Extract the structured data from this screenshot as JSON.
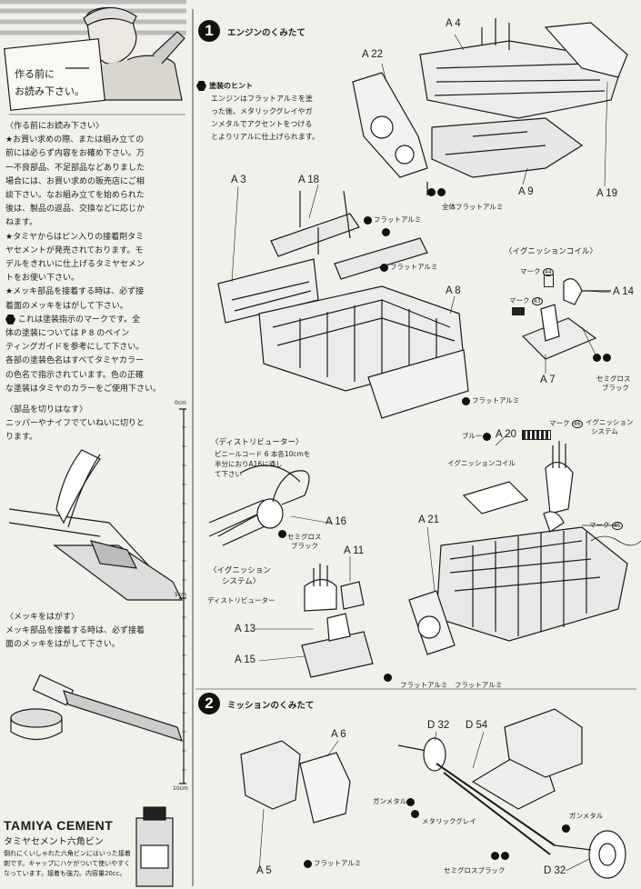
{
  "intro": {
    "sign_line1": "作る前に",
    "sign_line2": "お読み下さい。",
    "heading": "〈作る前にお読み下さい〉",
    "lines": [
      "★お買い求めの際、または組み立ての",
      "前には必らず内容をお確め下さい。万",
      "一不良部品、不足部品などありました",
      "場合には、お買い求めの販売店にご相",
      "談下さい。なお組み立てを始められた",
      "後は、製品の返品、交換などに応じか",
      "ねます。",
      "★タミヤからはピン入りの接着剤タミ",
      "ヤセメントが発売されております。モ",
      "デルをきれいに仕上げるタミヤセメン",
      "トをお使い下さい。",
      "★メッキ部品を接着する時は、必ず接",
      "着面のメッキをはがして下さい。"
    ],
    "paint_lines": [
      "これは塗装指示のマークです。全",
      "体の塗装については P 8 のペイン",
      "ティングガイドを参考にして下さい。",
      "各部の塗装色名はすべてタミヤカラー",
      "の色名で指示されています。色の正確",
      "な塗装はタミヤのカラーをご使用下さい。"
    ]
  },
  "cutting": {
    "heading": "〈部品を切りはなす〉",
    "lines": [
      "ニッパーやナイフでていねいに切りと",
      "ります。"
    ]
  },
  "plating": {
    "heading": "〈メッキをはがす〉",
    "lines": [
      "メッキ部品を接着する時は、必ず接着",
      "面のメッキをはがして下さい。"
    ]
  },
  "ruler": {
    "mark_0": "0cm",
    "mark_5": "5cm",
    "mark_10": "10cm"
  },
  "cement": {
    "title": "TAMIYA CEMENT",
    "subtitle": "タミヤセメント六角ビン",
    "lines": [
      "倒れにくいしゃれた六角ビンにはいった接着",
      "剤です。キャップにハケがついて使いやすく",
      "なっています。接着も強力。内容量20cc。"
    ]
  },
  "step1": {
    "number": "1",
    "title": "エンジンのくみたて",
    "hint_title": "塗装のヒント",
    "hint_lines": [
      "エンジンはフラットアルミを塗",
      "った後、メタリックグレイやガ",
      "ンメタルでアクセントをつける",
      "とよりリアルに仕上げられます。"
    ]
  },
  "step2": {
    "number": "2",
    "title": "ミッションのくみたて"
  },
  "parts": {
    "A4": "A 4",
    "A22": "A 22",
    "A9": "A 9",
    "A19": "A 19",
    "A3": "A 3",
    "A18": "A 18",
    "A8": "A 8",
    "A14": "A 14",
    "A7": "A 7",
    "A16": "A 16",
    "A11": "A 11",
    "A13": "A 13",
    "A15": "A 15",
    "A20": "A 20",
    "A21": "A 21",
    "A6": "A 6",
    "A5": "A 5",
    "D32a": "D 32",
    "D54": "D 54",
    "D32b": "D 32"
  },
  "colors": {
    "zentai_flat_alumi": "全体フラットアルミ",
    "flat_alumi_1": "フラットアルミ",
    "flat_alumi_2": "フラットアルミ",
    "flat_alumi_3": "フラットアルミ",
    "flat_alumi_4": "フラットアルミ",
    "flat_alumi_5": "フラットアルミ",
    "semigloss_black_1": "セミグロス",
    "semigloss_black_1b": "ブラック",
    "semigloss_black_2": "セミグロス",
    "semigloss_black_2b": "ブラック",
    "blue": "ブルー",
    "gunmetal_1": "ガンメタル",
    "gunmetal_2": "ガンメタル",
    "metallic_grey": "メタリックグレイ",
    "semigloss_black_3": "セミグロスブラック"
  },
  "ignition_coil": {
    "title": "〈イグニッションコイル〉",
    "mark44": "マーク",
    "mark44_num": "44",
    "mark43": "マーク",
    "mark43_num": "43"
  },
  "distributor": {
    "title": "〈ディストリビューター〉",
    "lines": [
      "ビニールコード 6 本各10cmを",
      "半分におりA16に通し",
      "て下さい"
    ]
  },
  "ignition_system": {
    "title_line1": "〈イグニッション",
    "title_line2": "システム〉",
    "distributor_label": "ディストリビューター"
  },
  "assembly": {
    "mark46": "マーク",
    "mark46_num": "46",
    "ignition_sys_line1": "イグニッション",
    "ignition_sys_line2": "システム",
    "ignition_coil": "イグニッションコイル",
    "mark45": "マーク",
    "mark45_num": "45"
  }
}
